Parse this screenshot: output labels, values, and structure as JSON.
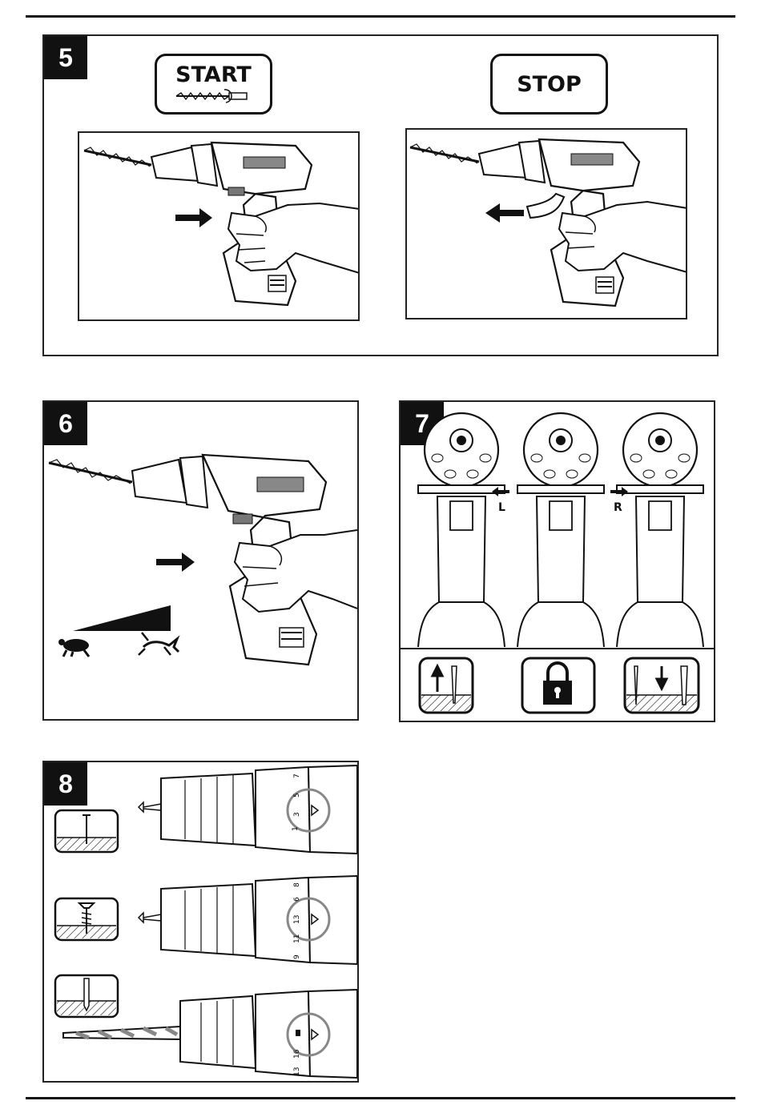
{
  "figure5": {
    "number": "5",
    "start_label": "START",
    "stop_label": "STOP"
  },
  "figure6": {
    "number": "6"
  },
  "figure7": {
    "number": "7",
    "left_label": "L",
    "right_label": "R"
  },
  "figure8": {
    "number": "8",
    "dial1": [
      "1",
      "3",
      "5",
      "7"
    ],
    "dial2": [
      "9",
      "11",
      "13",
      "6",
      "8"
    ],
    "dial3": [
      "13",
      "16"
    ]
  },
  "icons": {
    "forward_arrow": "arrow-right-icon",
    "back_arrow": "arrow-left-icon",
    "slow": "turtle-icon",
    "fast": "hare-icon",
    "lock": "padlock-icon",
    "screw_out": "screw-out-icon",
    "screw_in": "screw-in-icon"
  }
}
